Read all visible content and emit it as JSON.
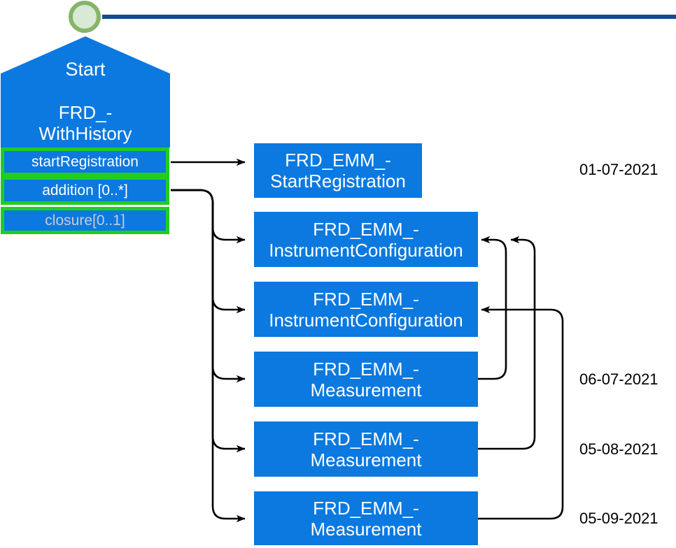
{
  "diagram": {
    "start_node": {
      "title": "Start",
      "type_line1": "FRD_-",
      "type_line2": "WithHistory",
      "rows": [
        {
          "label": "startRegistration",
          "state": "active"
        },
        {
          "label": "addition [0..*]",
          "state": "active"
        },
        {
          "label": "closure[0..1]",
          "state": "disabled"
        }
      ]
    },
    "event_boxes": [
      {
        "line1": "FRD_EMM_-",
        "line2": "StartRegistration"
      },
      {
        "line1": "FRD_EMM_-",
        "line2": "InstrumentConfiguration"
      },
      {
        "line1": "FRD_EMM_-",
        "line2": "InstrumentConfiguration"
      },
      {
        "line1": "FRD_EMM_-",
        "line2": "Measurement"
      },
      {
        "line1": "FRD_EMM_-",
        "line2": "Measurement"
      },
      {
        "line1": "FRD_EMM_-",
        "line2": "Measurement"
      }
    ],
    "dates": [
      "01-07-2021",
      "06-07-2021",
      "05-08-2021",
      "05-09-2021"
    ],
    "colors": {
      "node_blue": "#0b79e0",
      "timeline_navy": "#0e4c8b",
      "circle_stroke_green": "#85b567",
      "circle_fill_green": "#d9e9d5",
      "row_border_green": "#21cd21",
      "disabled_text_gray": "#c9ccd1",
      "arrow_black": "#000000"
    }
  }
}
